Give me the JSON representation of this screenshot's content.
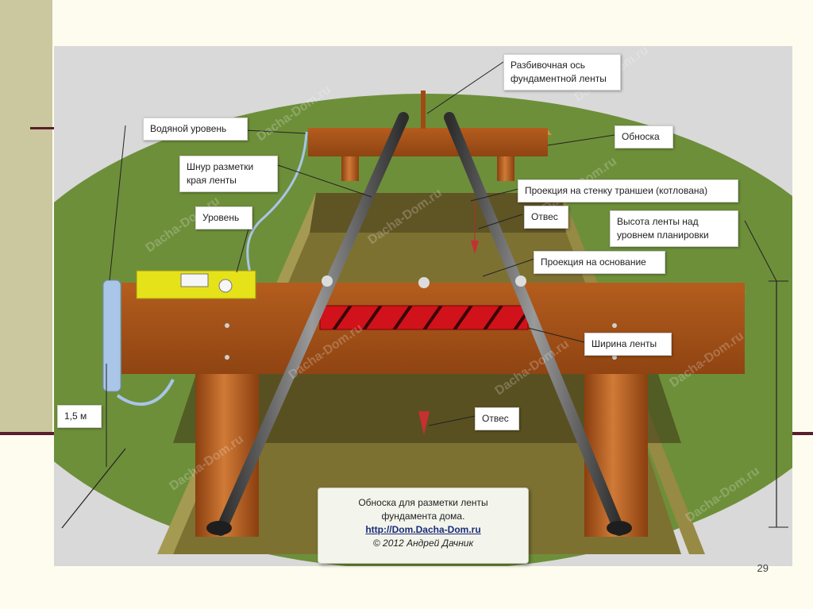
{
  "slide": {
    "page_number": "29"
  },
  "labels": {
    "axis": "Разбивочная ось фундаментной ленты",
    "water_level": "Водяной уровень",
    "obnoska": "Обноска",
    "cord": "Шнур разметки края ленты",
    "trench_wall_projection": "Проекция на стенку траншеи (котлована)",
    "level": "Уровень",
    "plumb_upper": "Отвес",
    "height_above_grade": "Высота  ленты над уровнем планировки",
    "base_projection": "Проекция на основание",
    "width": "Ширина ленты",
    "depth": "1,5 м",
    "plumb_lower": "Отвес"
  },
  "caption": {
    "line1": "Обноска для разметки ленты",
    "line2": "фундамента дома.",
    "link": "http://Dom.Dacha-Dom.ru",
    "copyright": "© 2012 Андрей Дачник"
  },
  "watermark": {
    "text": "Dacha-Dom.ru"
  },
  "colors": {
    "grass": "#6e8f3a",
    "trench": "#8a7f38",
    "wood": "#b05a1c",
    "wood_dark": "#8a3f0f",
    "stripe_red": "#d1121a",
    "level_yellow": "#e6e21a",
    "rod": "#555555",
    "water_tube": "#a9c5e8"
  }
}
